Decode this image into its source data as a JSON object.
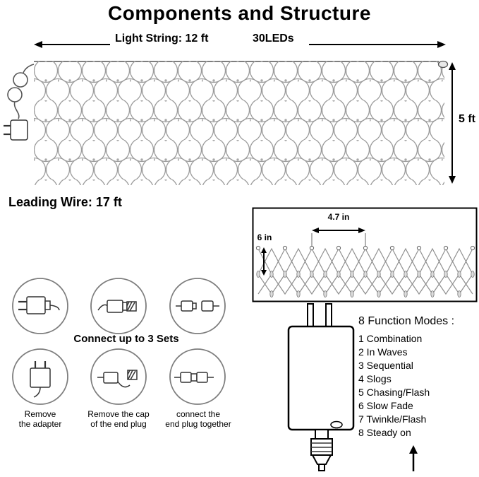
{
  "title": "Components and Structure",
  "light_string": {
    "label": "Light String: 12 ft",
    "leds": "30LEDs",
    "height": "5 ft"
  },
  "leading_wire": {
    "label": "Leading Wire: 17 ft"
  },
  "detail_box": {
    "spacing": "4.7 in",
    "drop": "6 in"
  },
  "connect": {
    "heading": "Connect up to 3 Sets",
    "captions": [
      "Remove\nthe adapter",
      "Remove the cap\nof the end plug",
      "connect the\nend plug together"
    ]
  },
  "modes": {
    "heading": "8 Function Modes :",
    "items": [
      "1 Combination",
      "2 In Waves",
      "3 Sequential",
      "4 Slogs",
      "5 Chasing/Flash",
      "6 Slow Fade",
      "7 Twinkle/Flash",
      "8 Steady on"
    ]
  },
  "figures": {
    "net": "led-net-light",
    "plug": "power-plug",
    "detail": "net-cell-close-up",
    "adapter": "power-adapter-controller"
  }
}
